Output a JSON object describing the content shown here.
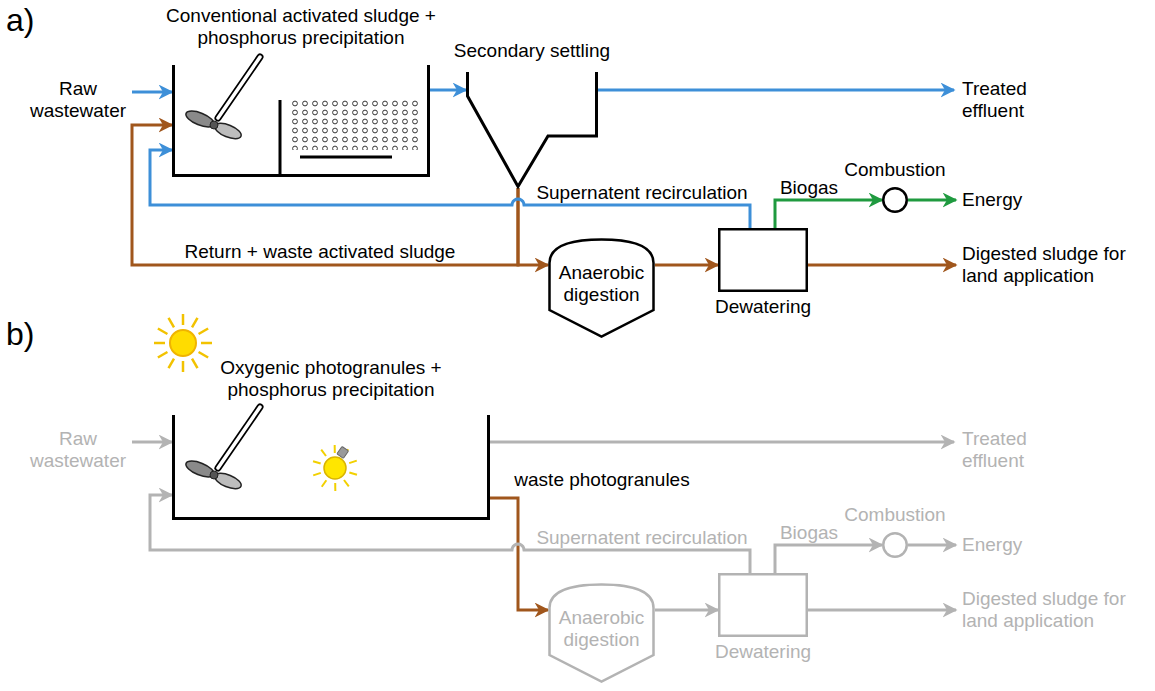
{
  "diagram": {
    "nodes": [
      {
        "text": [
          "Raw wastewater"
        ]
      },
      {
        "text": [
          "Conventional activated sludge + phosphorus precipitation"
        ]
      },
      {
        "text": [
          "Secondary settling"
        ]
      },
      {
        "text": [
          "Treated effluent"
        ]
      },
      {
        "text": [
          "Combustion"
        ]
      },
      {
        "text": [
          "Energy"
        ]
      },
      {
        "text": [
          "Anaerobic digestion"
        ]
      },
      {
        "text": [
          "Dewatering"
        ]
      },
      {
        "text": [
          "Digested sludge for land application"
        ]
      },
      {
        "text": [
          "Raw wastewater"
        ]
      },
      {
        "text": [
          "Oxygenic photogranules + phosphorus precipitation"
        ]
      },
      {
        "text": [
          "Treated effluent"
        ]
      },
      {
        "text": [
          "Combustion"
        ]
      },
      {
        "text": [
          "Energy"
        ]
      },
      {
        "text": [
          "Anaerobic digestion"
        ]
      },
      {
        "text": [
          "Dewatering"
        ]
      },
      {
        "text": [
          "Digested sludge for land application"
        ]
      }
    ],
    "edges": [
      {
        "from": 0,
        "to": 1,
        "arrow": "to"
      },
      {
        "from": 1,
        "to": 2,
        "arrow": "to"
      },
      {
        "from": 2,
        "to": 3,
        "arrow": "to"
      },
      {
        "from": 2,
        "to": 1,
        "label": "Return + waste activated sludge",
        "arrow": "to"
      },
      {
        "from": 2,
        "to": 6,
        "arrow": "to"
      },
      {
        "from": 6,
        "to": 7,
        "arrow": "to"
      },
      {
        "from": 7,
        "to": 1,
        "label": "Supernatent recirculation",
        "arrow": "to"
      },
      {
        "from": 7,
        "to": 4,
        "label": "Biogas",
        "arrow": "to"
      },
      {
        "from": 4,
        "to": 5,
        "arrow": "to"
      },
      {
        "from": 7,
        "to": 8,
        "arrow": "to"
      },
      {
        "from": 9,
        "to": 10,
        "arrow": "to"
      },
      {
        "from": 10,
        "to": 11,
        "arrow": "to"
      },
      {
        "from": 10,
        "to": 14,
        "label": "waste photogranules",
        "arrow": "to"
      },
      {
        "from": 14,
        "to": 15,
        "arrow": "to"
      },
      {
        "from": 15,
        "to": 10,
        "label": "Supernatent recirculation",
        "arrow": "to"
      },
      {
        "from": 15,
        "to": 12,
        "label": "Biogas",
        "arrow": "to"
      },
      {
        "from": 12,
        "to": 13,
        "arrow": "to"
      },
      {
        "from": 15,
        "to": 16,
        "arrow": "to"
      }
    ],
    "labels": [
      "a)",
      "b)"
    ]
  }
}
